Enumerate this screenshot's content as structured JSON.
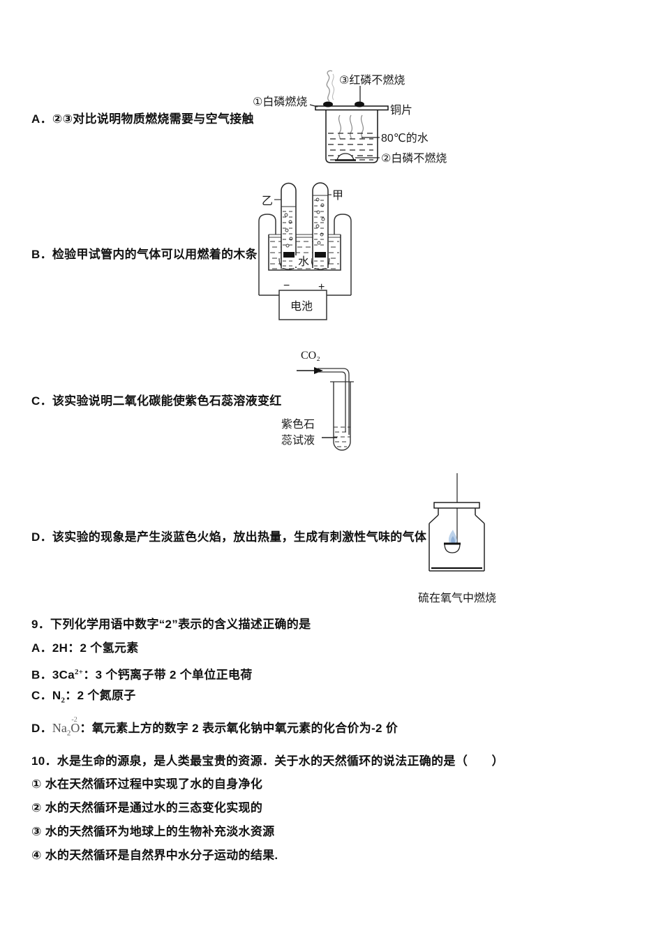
{
  "q8": {
    "optionA": "A．②③对比说明物质燃烧需要与空气接触",
    "optionB": "B．检验甲试管内的气体可以用燃着的木条",
    "optionC": "C．该实验说明二氧化碳能使紫色石蕊溶液变红",
    "optionD": "D．该实验的现象是产生淡蓝色火焰，放出热量，生成有刺激性气味的气体",
    "diagram_phosphorus": {
      "label_red_p": "③红磷不燃烧",
      "label_white_p_burning": "①白磷燃烧",
      "label_copper": "铜片",
      "label_water": "80℃的水",
      "label_white_p_not_burning": "②白磷不燃烧"
    },
    "diagram_electrolysis": {
      "tube_left": "乙",
      "tube_right": "甲",
      "water": "水",
      "minus": "−",
      "plus": "+",
      "battery": "电池"
    },
    "diagram_co2": {
      "gas": "CO₂",
      "label_line1": "紫色石",
      "label_line2": "蕊试液"
    },
    "diagram_sulfur": {
      "caption": "硫在氧气中燃烧"
    }
  },
  "q9": {
    "stem": "9．下列化学用语中数字“2”表示的含义描述正确的是",
    "optA": {
      "pre": "A．2H",
      "post": "：2 个氢元素"
    },
    "optB": {
      "pre": "B．3Ca",
      "sup": "2+",
      "post": "：3 个钙离子带 2 个单位正电荷"
    },
    "optC": {
      "pre": "C．N",
      "sub": "2",
      "post": "：2 个氮原子"
    },
    "optD": {
      "label": "D．",
      "f_base": "Na",
      "f_sub": "2",
      "f_el": "O",
      "f_val": "-2",
      "post": "：氧元素上方的数字 2 表示氧化钠中氧元素的化合价为-2 价"
    }
  },
  "q10": {
    "stem": "10．水是生命的源泉，是人类最宝贵的资源．关于水的天然循环的说法正确的是（　　）",
    "item1": "① 水在天然循环过程中实现了水的自身净化",
    "item2": "② 水的天然循环是通过水的三态变化实现的",
    "item3": "③ 水的天然循环为地球上的生物补充淡水资源",
    "item4": "④ 水的天然循环是自然界中水分子运动的结果."
  }
}
